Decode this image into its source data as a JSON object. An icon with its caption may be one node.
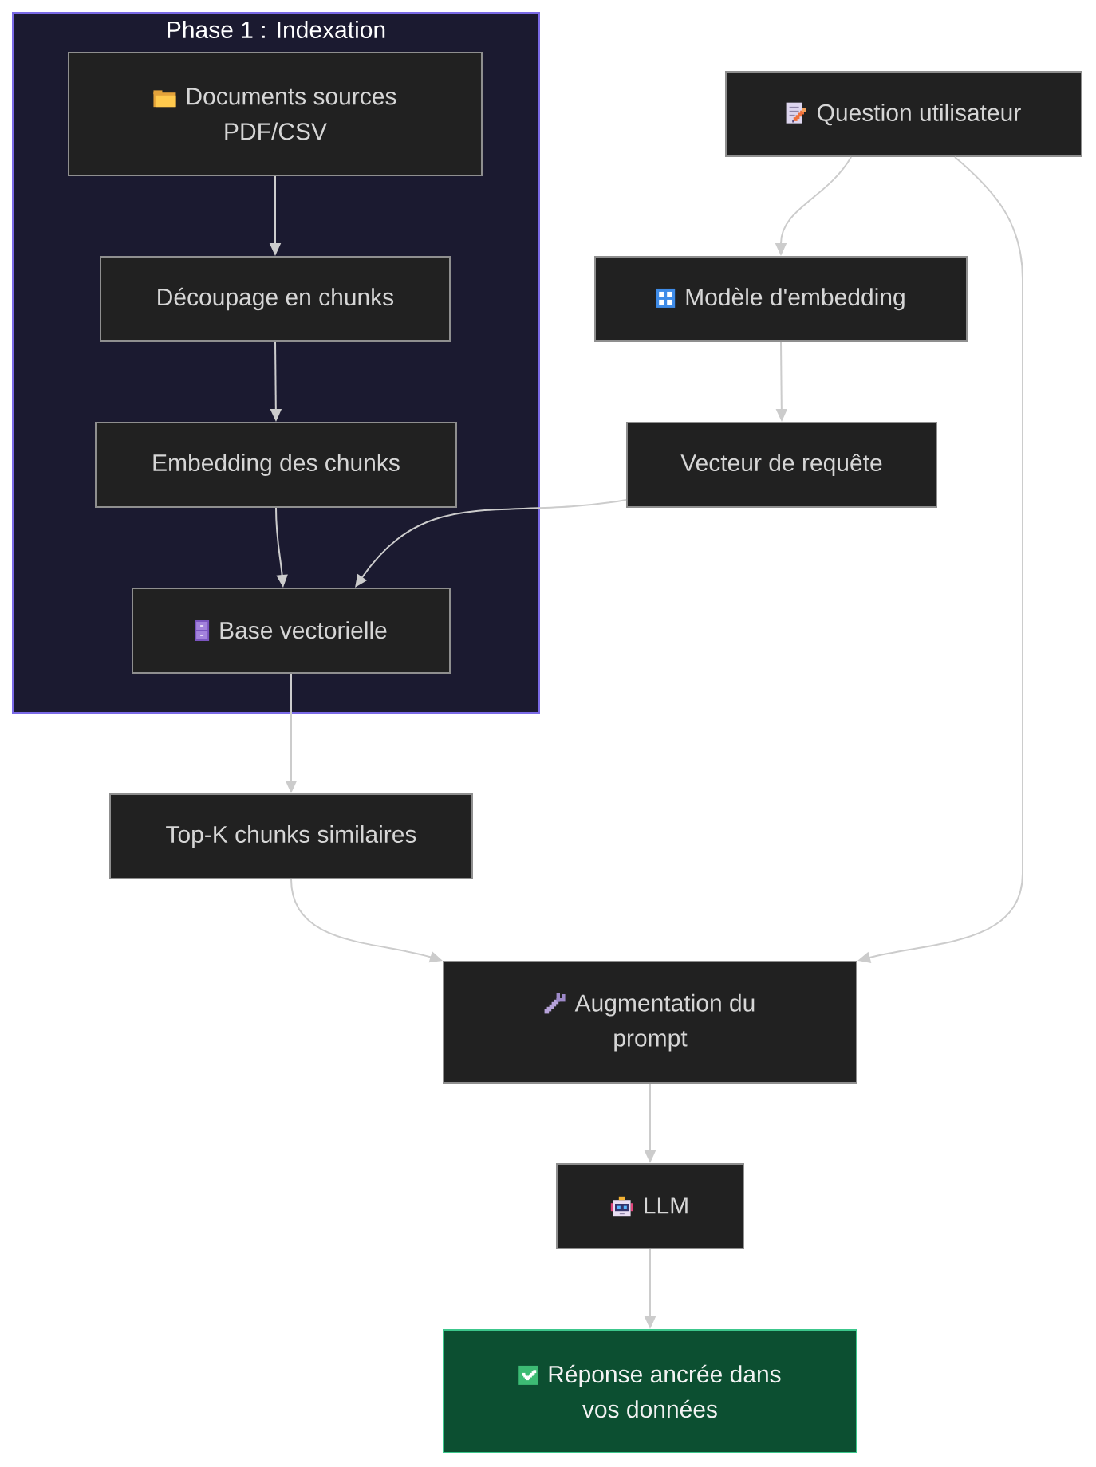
{
  "diagram": {
    "nodes": [
      {
        "text": [
          "Phase 1 : Indexation"
        ]
      },
      {
        "text": [
          "Documents sources PDF/CSV"
        ],
        "in": 0
      },
      {
        "text": [
          "Découpage en chunks"
        ],
        "in": 0
      },
      {
        "text": [
          "Embedding des chunks"
        ],
        "in": 0
      },
      {
        "text": [
          "Base vectorielle"
        ],
        "in": 0
      },
      {
        "text": [
          "Question utilisateur"
        ]
      },
      {
        "text": [
          "Modèle d'embedding"
        ]
      },
      {
        "text": [
          "Vecteur de requête"
        ]
      },
      {
        "text": [
          "Top-K chunks similaires"
        ]
      },
      {
        "text": [
          "Augmentation du prompt"
        ]
      },
      {
        "text": [
          "LLM"
        ]
      },
      {
        "text": [
          "Réponse ancrée dans vos données"
        ]
      }
    ],
    "edges": [
      {
        "from": 1,
        "to": 2,
        "arrow": "to"
      },
      {
        "from": 2,
        "to": 3,
        "arrow": "to"
      },
      {
        "from": 3,
        "to": 4,
        "arrow": "to"
      },
      {
        "from": 7,
        "to": 4,
        "arrow": "to"
      },
      {
        "from": 4,
        "to": 8,
        "arrow": "to"
      },
      {
        "from": 8,
        "to": 9,
        "arrow": "to"
      },
      {
        "from": 5,
        "to": 6,
        "arrow": "to"
      },
      {
        "from": 6,
        "to": 7,
        "arrow": "to"
      },
      {
        "from": 5,
        "to": 9,
        "arrow": "to"
      },
      {
        "from": 9,
        "to": 10,
        "arrow": "to"
      },
      {
        "from": 10,
        "to": 11,
        "arrow": "to"
      }
    ]
  }
}
